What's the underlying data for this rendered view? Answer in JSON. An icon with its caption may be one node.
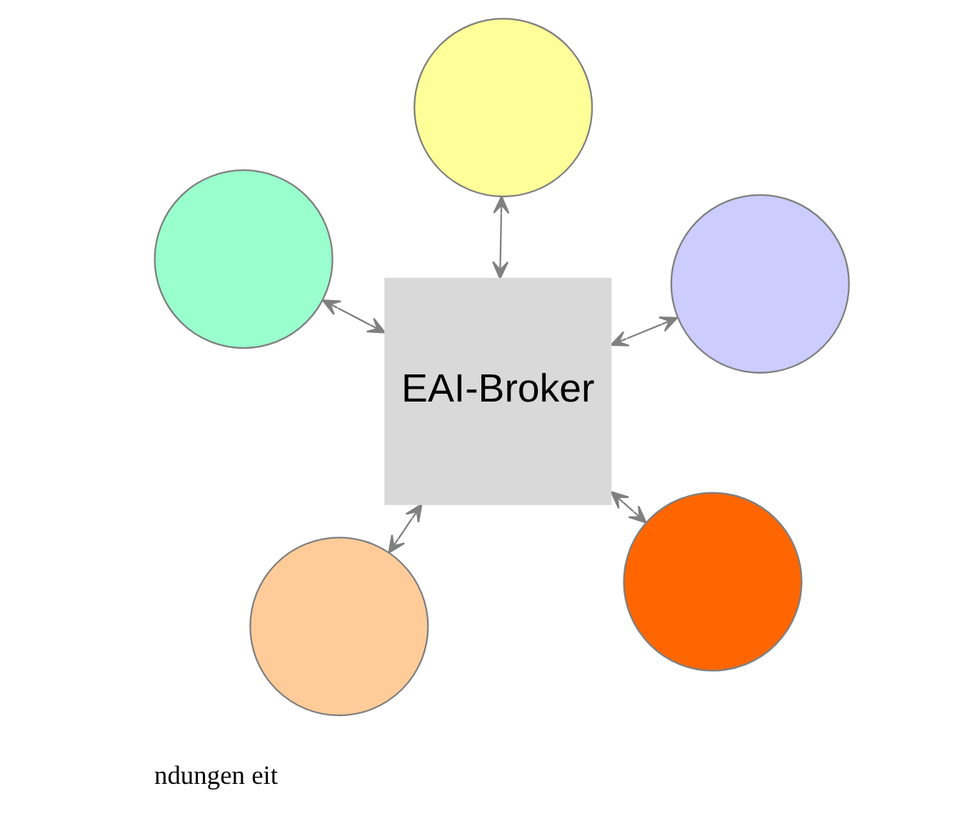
{
  "diagram": {
    "nodes": [
      {
        "text": [
          "EAI-Broker"
        ]
      },
      {
        "text": [],
        "shape": "circle"
      },
      {
        "text": [],
        "shape": "circle"
      },
      {
        "text": [],
        "shape": "circle"
      },
      {
        "text": [],
        "shape": "circle"
      },
      {
        "text": [],
        "shape": "circle"
      }
    ],
    "edges": [
      {
        "from": 1,
        "to": 0,
        "arrow": "both"
      },
      {
        "from": 2,
        "to": 0,
        "arrow": "both"
      },
      {
        "from": 0,
        "to": 3,
        "arrow": "both"
      },
      {
        "from": 4,
        "to": 0,
        "arrow": "both"
      },
      {
        "from": 0,
        "to": 5,
        "arrow": "both"
      }
    ],
    "labels": [
      "ndungen eit"
    ]
  }
}
